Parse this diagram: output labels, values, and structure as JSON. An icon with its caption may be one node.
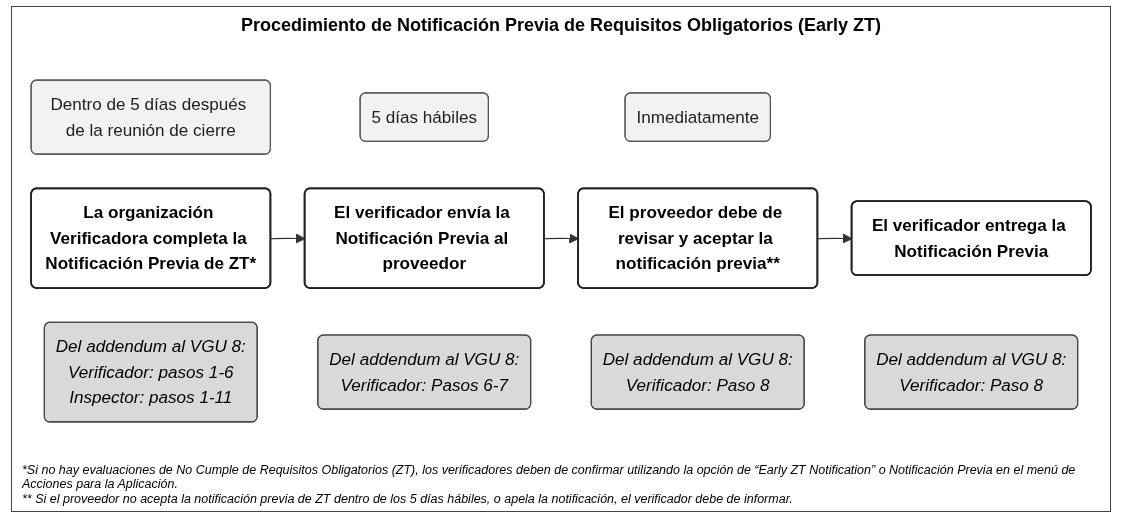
{
  "diagram": {
    "title": "Procedimiento de Notificación Previa de Requisitos Obligatorios (Early ZT)",
    "nodes": [
      {
        "text": [
          "Dentro de 5 días después de la reunión de cierre"
        ]
      },
      {
        "text": [
          "5 días hábiles"
        ]
      },
      {
        "text": [
          "Inmediatamente"
        ]
      },
      {
        "text": [
          "La organización Verificadora completa la Notificación Previa de ZT*"
        ]
      },
      {
        "text": [
          "El verificador envía la Notificación Previa al proveedor"
        ]
      },
      {
        "text": [
          "El proveedor debe de revisar y aceptar la notificación previa**"
        ]
      },
      {
        "text": [
          "El verificador entrega la Notificación Previa"
        ]
      },
      {
        "text": [
          "Del addendum al VGU 8:",
          "Verificador: pasos 1-6",
          "Inspector: pasos 1-11"
        ]
      },
      {
        "text": [
          "Del addendum al VGU 8:",
          "Verificador: Pasos 6-7"
        ]
      },
      {
        "text": [
          "Del addendum al VGU 8:",
          "Verificador: Paso 8"
        ]
      },
      {
        "text": [
          "Del addendum al VGU 8:",
          "Verificador: Paso 8"
        ]
      }
    ],
    "edges": [
      {
        "from": 3,
        "to": 4,
        "arrow": "to"
      },
      {
        "from": 4,
        "to": 5,
        "arrow": "to"
      },
      {
        "from": 5,
        "to": 6,
        "arrow": "to"
      }
    ],
    "labels": [
      "*Si no hay evaluaciones de No Cumple de Requisitos Obligatorios (ZT), los verificadores deben de confirmar utilizando la opción de “Early ZT Notification” o Notificación Previa en el menú de Acciones para la Aplicación.",
      "** Si el proveedor no acepta la notificación previa de ZT dentro de los 5 días hábiles, o apela la notificación, el verificador debe de informar."
    ]
  }
}
